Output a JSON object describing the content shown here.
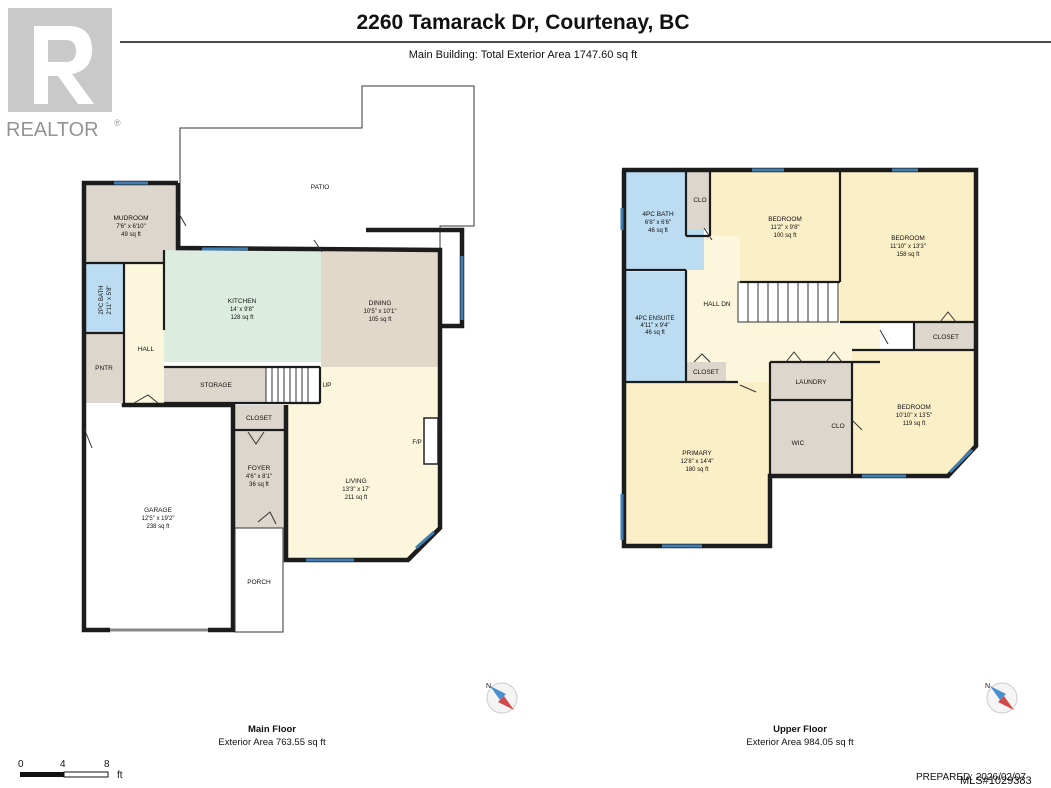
{
  "header": {
    "title": "2260 Tamarack Dr, Courtenay, BC",
    "subtitle": "Main Building: Total Exterior Area 1747.60 sq ft"
  },
  "logo": {
    "text": "REALTOR",
    "mark": "®"
  },
  "colors": {
    "bath": "#bcdcf2",
    "kitchen": "#dcecdf",
    "bedroom": "#fbefc8",
    "dining": "#e2d8c9",
    "utility": "#ddd6cc",
    "hall": "#fbf6dc",
    "window": "#3f7fb3"
  },
  "main_floor": {
    "caption": "Main Floor",
    "area": "Exterior Area 763.55 sq ft",
    "rooms": {
      "patio": "PATIO",
      "mudroom": {
        "name": "MUDROOM",
        "dims": "7'6\" x 6'10\"",
        "area": "49 sq ft"
      },
      "bath2": {
        "name": "2PC BATH",
        "dims": "2'11\" x 5'8\""
      },
      "pntr": "PNTR",
      "hall": "HALL",
      "kitchen": {
        "name": "KITCHEN",
        "dims": "14' x 9'8\"",
        "area": "128 sq ft"
      },
      "dining": {
        "name": "DINING",
        "dims": "10'5\" x 10'1\"",
        "area": "105 sq ft"
      },
      "storage": "STORAGE",
      "up": "UP",
      "closet": "CLOSET",
      "foyer": {
        "name": "FOYER",
        "dims": "4'6\" x 8'1\"",
        "area": "36 sq ft"
      },
      "fireplace": "F/P",
      "living": {
        "name": "LIVING",
        "dims": "13'3\" x 17'",
        "area": "211 sq ft"
      },
      "garage": {
        "name": "GARAGE",
        "dims": "12'5\" x 19'2\"",
        "area": "238 sq ft"
      },
      "porch": "PORCH"
    }
  },
  "upper_floor": {
    "caption": "Upper Floor",
    "area": "Exterior Area 984.05 sq ft",
    "rooms": {
      "bath4": {
        "name": "4PC BATH",
        "dims": "6'8\" x 6'6\"",
        "area": "46 sq ft"
      },
      "clo1": "CLO",
      "bedroom1": {
        "name": "BEDROOM",
        "dims": "11'2\" x 9'8\"",
        "area": "100 sq ft"
      },
      "bedroom2": {
        "name": "BEDROOM",
        "dims": "11'10\" x 13'3\"",
        "area": "158 sq ft"
      },
      "hall": "HALL DN",
      "ensuite": {
        "name": "4PC ENSUITE",
        "dims": "4'11\" x 9'4\"",
        "area": "46 sq ft"
      },
      "closet1": "CLOSET",
      "closet2": "CLOSET",
      "laundry": "LAUNDRY",
      "primary": {
        "name": "PRIMARY",
        "dims": "12'8\" x 14'4\"",
        "area": "180 sq ft"
      },
      "wic": "WIC",
      "clo2": "CLO",
      "bedroom3": {
        "name": "BEDROOM",
        "dims": "10'10\" x 13'5\"",
        "area": "119 sq ft"
      }
    }
  },
  "scale": {
    "ticks": [
      "0",
      "4",
      "8"
    ],
    "unit": "ft"
  },
  "footer": {
    "prepared": "PREPARED: 2026/02/07",
    "mls": "MLS#1029383"
  }
}
